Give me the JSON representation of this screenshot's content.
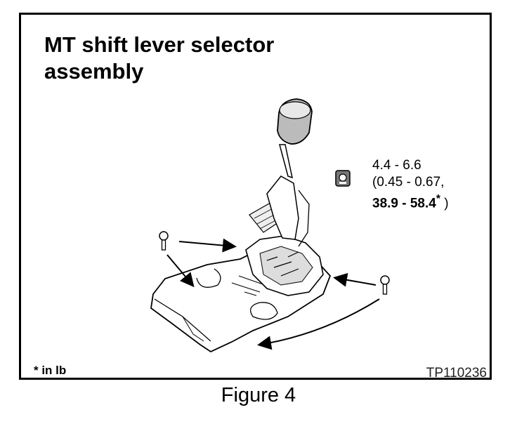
{
  "title": {
    "line1": "MT shift lever selector",
    "line2": "assembly"
  },
  "torque_spec": {
    "icon": "torque-wrench-icon",
    "line1": "4.4 - 6.6",
    "line2": "(0.45 - 0.67,",
    "line3_bold": "38.9 - 58.4",
    "line3_star": "*",
    "line3_end": " )"
  },
  "footnote": "* in lb",
  "figure_code": "TP110236",
  "caption": "Figure 4"
}
